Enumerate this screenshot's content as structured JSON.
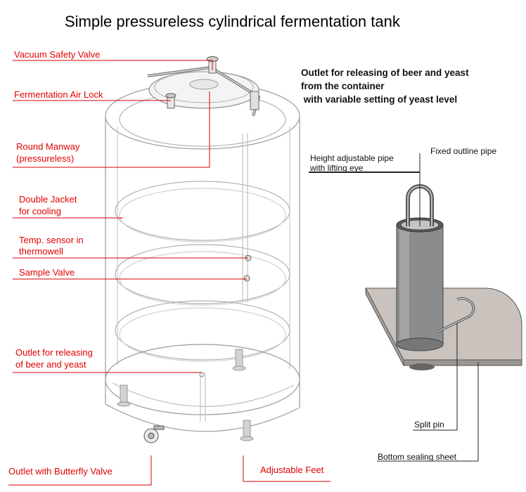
{
  "title": "Simple pressureless cylindrical fermentation tank",
  "tank_labels": {
    "vacuum_safety_valve": "Vacuum Safety Valve",
    "fermentation_air_lock": "Fermentation Air Lock",
    "round_manway_1": "Round Manway",
    "round_manway_2": "(pressureless)",
    "double_jacket_1": "Double Jacket",
    "double_jacket_2": "for cooling",
    "temp_sensor_1": "Temp. sensor in",
    "temp_sensor_2": "thermowell",
    "sample_valve": "Sample Valve",
    "outlet_beer_1": "Outlet for releasing",
    "outlet_beer_2": "of beer and yeast",
    "outlet_butterfly": "Outlet with Butterfly Valve",
    "adjustable_feet": "Adjustable Feet"
  },
  "detail": {
    "heading_1": "Outlet for releasing of beer and yeast",
    "heading_2": "from the container",
    "heading_3": " with variable setting of yeast level",
    "height_pipe_1": "Height adjustable pipe",
    "height_pipe_2": "with lifting eye",
    "fixed_pipe": "Fixed outline pipe",
    "split_pin": "Split pin",
    "bottom_sheet": "Bottom sealing sheet"
  },
  "colors": {
    "label_red": "#e00000",
    "line_red": "#d40000",
    "outline": "#9a9a9a",
    "plate": "#c9c2bd",
    "pipe": "#8c8c8c"
  }
}
